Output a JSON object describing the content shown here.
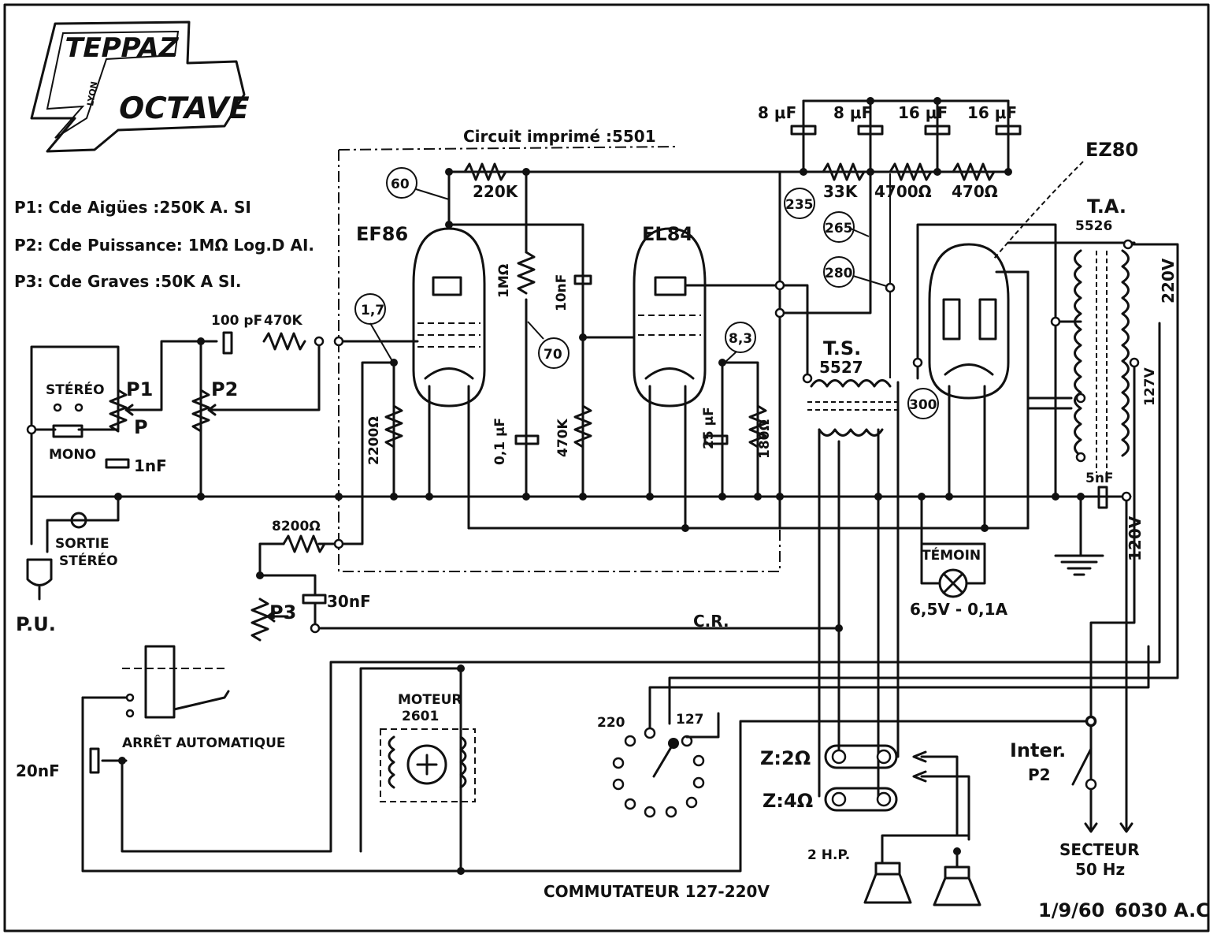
{
  "logo": {
    "brand": "TEPPAZ",
    "city": "LYON",
    "model": "OCTAVE"
  },
  "notes": {
    "p1": "P1: Cde Aigües :250K A. SI",
    "p2": "P2: Cde Puissance: 1MΩ Log.D AI.",
    "p3": "P3: Cde Graves :50K A SI."
  },
  "board": "Circuit imprimé :5501",
  "tubes": {
    "ef86": "EF86",
    "el84": "EL84",
    "ez80": "EZ80"
  },
  "caps": {
    "c1": "8 μF",
    "c2": "8 μF",
    "c3": "16 μF",
    "c4": "16 μF",
    "c100pf": "100 pF",
    "c1nf": "1nF",
    "c10nf": "10nF",
    "c01uf": "0,1 μF",
    "c25uf": "25 μF",
    "c30nf": "30nF",
    "c20nf": "20nF",
    "c5nf": "5nF"
  },
  "resistors": {
    "r220k": "220K",
    "r33k": "33K",
    "r4700": "4700Ω",
    "r470": "470Ω",
    "r470k_in": "470K",
    "r1m": "1MΩ",
    "r470k": "470K",
    "r2200": "2200Ω",
    "r180": "180Ω",
    "r8200": "8200Ω"
  },
  "voltages": {
    "v60": "60",
    "v235": "235",
    "v265": "265",
    "v280": "280",
    "v17": "1,7",
    "v70": "70",
    "v83": "8,3",
    "v300": "300"
  },
  "labels": {
    "p1": "P1",
    "p2": "P2",
    "p3": "P3",
    "p": "P",
    "stereo": "STÉRÉO",
    "mono": "MONO",
    "sortie": "SORTIE",
    "sortie2": "STÉRÉO",
    "pu": "P.U.",
    "ts": "T.S.",
    "ts_num": "5527",
    "ta": "T.A.",
    "ta_num": "5526",
    "v220": "220V",
    "v127": "127V",
    "v120": "120V",
    "temoin": "TÉMOIN",
    "lamp": "6,5V - 0,1A",
    "cr": "C.R.",
    "moteur": "MOTEUR",
    "moteur_num": "2601",
    "arret": "ARRÊT AUTOMATIQUE",
    "sw220": "220",
    "sw127": "127",
    "z2": "Z:2Ω",
    "z4": "Z:4Ω",
    "hp": "2 H.P.",
    "commutateur": "COMMUTATEUR 127-220V",
    "inter": "Inter.",
    "inter_p2": "P2",
    "secteur": "SECTEUR",
    "hz": "50 Hz",
    "date": "1/9/60",
    "ref": "6030 A.C"
  }
}
